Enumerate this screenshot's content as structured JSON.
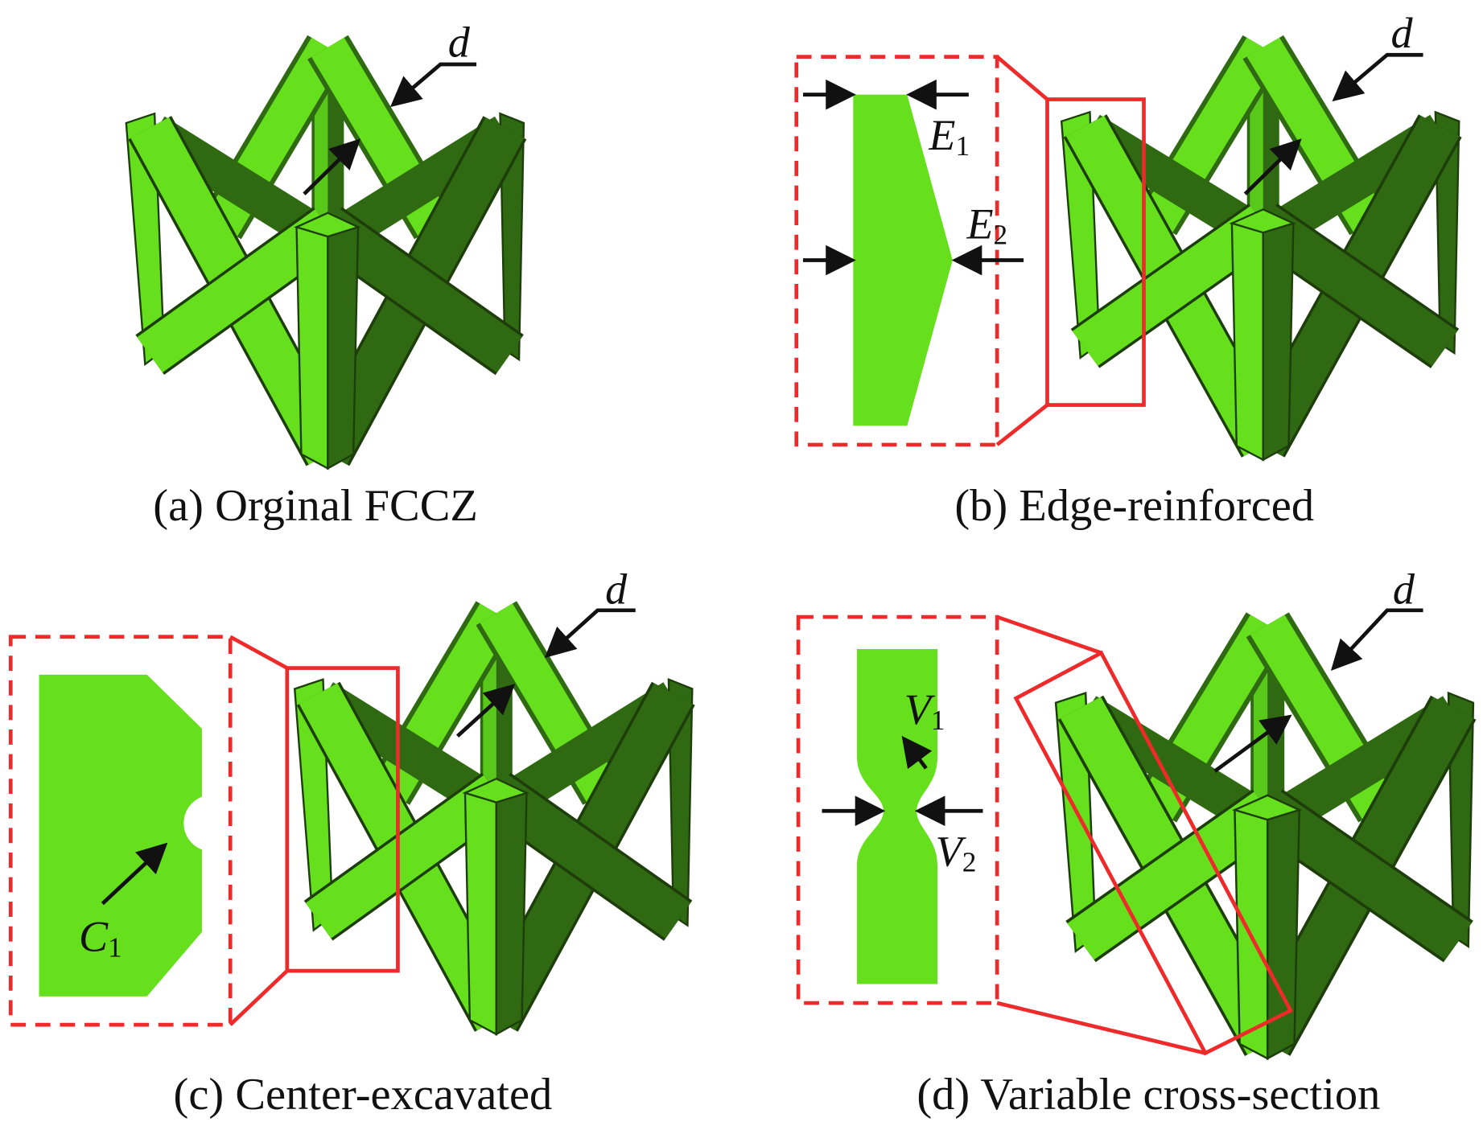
{
  "panels": [
    {
      "caption": "(a) Orginal FCCZ",
      "labels": {
        "d": "d"
      }
    },
    {
      "caption": "(b) Edge-reinforced",
      "labels": {
        "d": "d",
        "E1": "E",
        "E1_sub": "1",
        "E2": "E",
        "E2_sub": "2"
      }
    },
    {
      "caption": "(c) Center-excavated",
      "labels": {
        "d": "d",
        "C1": "C",
        "C1_sub": "1"
      }
    },
    {
      "caption": "(d) Variable cross-section",
      "labels": {
        "d": "d",
        "V1": "V",
        "V1_sub": "1",
        "V2": "V",
        "V2_sub": "2"
      }
    }
  ],
  "colors": {
    "light_green": "#66e01c",
    "dark_green": "#2f6a12",
    "highlight_red": "#ee2a2a"
  }
}
